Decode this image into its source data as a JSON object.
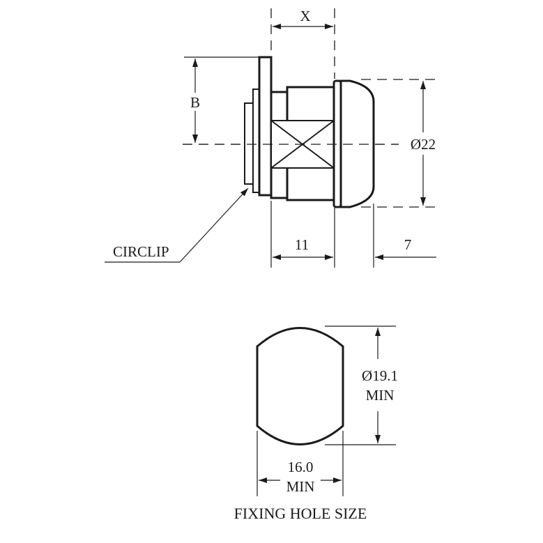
{
  "labels": {
    "dim_x": "X",
    "dim_b": "B",
    "dim_dia22": "Ø22",
    "dim_11": "11",
    "dim_7": "7",
    "circlip": "CIRCLIP",
    "hole_dia": "Ø19.1",
    "hole_dia_min": "MIN",
    "hole_width": "16.0",
    "hole_width_min": "MIN",
    "caption": "FIXING HOLE SIZE"
  },
  "colors": {
    "line": "#1a1a1a",
    "background": "#ffffff"
  }
}
